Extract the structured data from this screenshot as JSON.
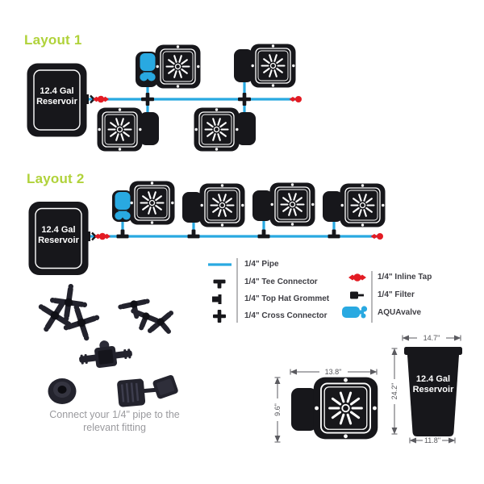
{
  "colors": {
    "accent_green": "#b0d23a",
    "pipe_blue": "#29a9e1",
    "tap_red": "#e31b23",
    "ink_black": "#17171b"
  },
  "layout1": {
    "title": "Layout 1",
    "reservoir": {
      "line1": "12.4 Gal",
      "line2": "Reservoir"
    },
    "pot_count": 4
  },
  "layout2": {
    "title": "Layout 2",
    "reservoir": {
      "line1": "12.4 Gal",
      "line2": "Reservoir"
    },
    "pot_count": 4
  },
  "legend": {
    "left": [
      {
        "icon": "pipe-icon",
        "label": "1/4\" Pipe"
      },
      {
        "icon": "tee-connector-icon",
        "label": "1/4\" Tee Connector"
      },
      {
        "icon": "top-hat-grommet-icon",
        "label": "1/4\" Top Hat Grommet"
      },
      {
        "icon": "cross-connector-icon",
        "label": "1/4\" Cross Connector"
      }
    ],
    "right": [
      {
        "icon": "inline-tap-icon",
        "label": "1/4\" Inline Tap"
      },
      {
        "icon": "filter-icon",
        "label": "1/4\" Filter"
      },
      {
        "icon": "aquavalve-icon",
        "label": "AQUAvalve"
      }
    ]
  },
  "fittings_note": {
    "line1": "Connect your 1/4\" pipe to the",
    "line2": "relevant fitting"
  },
  "dimensions": {
    "pot": {
      "width": "13.8\"",
      "depth": "9.6\""
    },
    "reservoir": {
      "top_width": "14.7\"",
      "height": "24.2\"",
      "base_width": "11.8\"",
      "label": {
        "line1": "12.4 Gal",
        "line2": "Reservoir"
      }
    }
  }
}
